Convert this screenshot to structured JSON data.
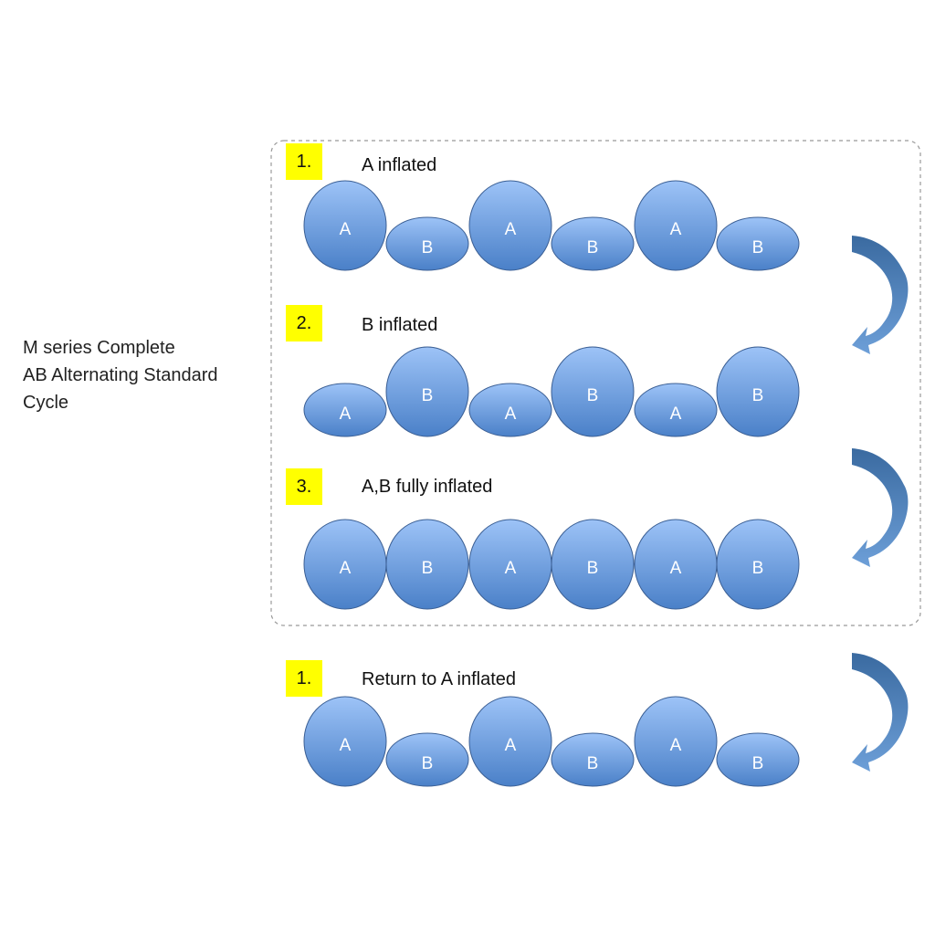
{
  "title_lines": [
    "M series Complete",
    "AB Alternating Standard",
    "Cycle"
  ],
  "colors": {
    "cell_top": "#9dc3f7",
    "cell_bottom": "#4a80c8",
    "cell_stroke": "#3b5f94",
    "badge": "#ffff00",
    "arrow_dark": "#3a6aa0",
    "arrow_light": "#6d9fd8"
  },
  "steps": [
    {
      "number": "1.",
      "label": "A inflated",
      "cells": [
        {
          "letter": "A",
          "inflated": true
        },
        {
          "letter": "B",
          "inflated": false
        },
        {
          "letter": "A",
          "inflated": true
        },
        {
          "letter": "B",
          "inflated": false
        },
        {
          "letter": "A",
          "inflated": true
        },
        {
          "letter": "B",
          "inflated": false
        }
      ]
    },
    {
      "number": "2.",
      "label": "B inflated",
      "cells": [
        {
          "letter": "A",
          "inflated": false
        },
        {
          "letter": "B",
          "inflated": true
        },
        {
          "letter": "A",
          "inflated": false
        },
        {
          "letter": "B",
          "inflated": true
        },
        {
          "letter": "A",
          "inflated": false
        },
        {
          "letter": "B",
          "inflated": true
        }
      ]
    },
    {
      "number": "3.",
      "label": "A,B fully inflated",
      "cells": [
        {
          "letter": "A",
          "inflated": true
        },
        {
          "letter": "B",
          "inflated": true
        },
        {
          "letter": "A",
          "inflated": true
        },
        {
          "letter": "B",
          "inflated": true
        },
        {
          "letter": "A",
          "inflated": true
        },
        {
          "letter": "B",
          "inflated": true
        }
      ]
    },
    {
      "number": "1.",
      "label": "Return to A inflated",
      "cells": [
        {
          "letter": "A",
          "inflated": true
        },
        {
          "letter": "B",
          "inflated": false
        },
        {
          "letter": "A",
          "inflated": true
        },
        {
          "letter": "B",
          "inflated": false
        },
        {
          "letter": "A",
          "inflated": true
        },
        {
          "letter": "B",
          "inflated": false
        }
      ]
    }
  ]
}
